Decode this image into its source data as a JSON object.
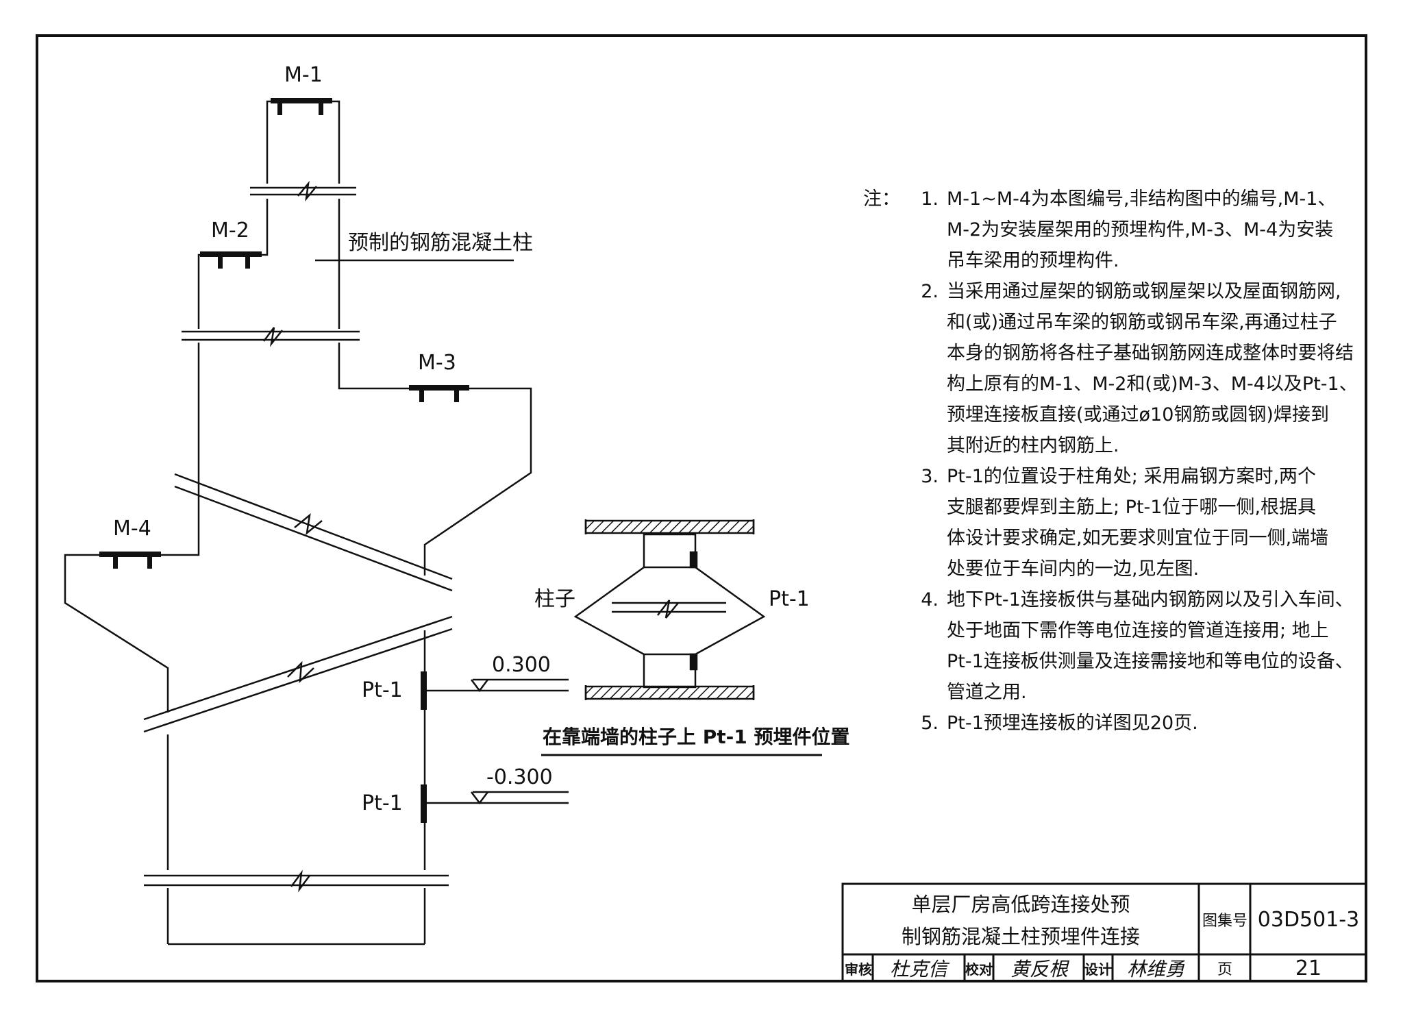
{
  "drawing": {
    "labels": {
      "m1": "M-1",
      "m2": "M-2",
      "m3": "M-3",
      "m4": "M-4",
      "column_callout": "预制的钢筋混凝土柱",
      "pt1_upper": "Pt-1",
      "pt1_lower": "Pt-1",
      "elev_upper": "0.300",
      "elev_lower": "-0.300"
    },
    "detail": {
      "column_label": "柱子",
      "plate_label": "Pt-1",
      "caption": "在靠端墙的柱子上 Pt-1 预埋件位置"
    }
  },
  "notes": {
    "prefix": "注：",
    "items": [
      {
        "num": "1.",
        "lines": [
          "M-1~M-4为本图编号,非结构图中的编号,M-1、",
          "M-2为安装屋架用的预埋构件,M-3、M-4为安装",
          "吊车梁用的预埋构件."
        ]
      },
      {
        "num": "2.",
        "lines": [
          "当采用通过屋架的钢筋或钢屋架以及屋面钢筋网,",
          "和(或)通过吊车梁的钢筋或钢吊车梁,再通过柱子",
          "本身的钢筋将各柱子基础钢筋网连成整体时要将结",
          "构上原有的M-1、M-2和(或)M-3、M-4以及Pt-1、",
          "预埋连接板直接(或通过ø10钢筋或圆钢)焊接到",
          "其附近的柱内钢筋上."
        ]
      },
      {
        "num": "3.",
        "lines": [
          "Pt-1的位置设于柱角处; 采用扁钢方案时,两个",
          "支腿都要焊到主筋上; Pt-1位于哪一侧,根据具",
          "体设计要求确定,如无要求则宜位于同一侧,端墙",
          "处要位于车间内的一边,见左图."
        ]
      },
      {
        "num": "4.",
        "lines": [
          "地下Pt-1连接板供与基础内钢筋网以及引入车间、",
          "处于地面下需作等电位连接的管道连接用; 地上",
          "Pt-1连接板供测量及连接需接地和等电位的设备、",
          "管道之用."
        ]
      },
      {
        "num": "5.",
        "lines": [
          "Pt-1预埋连接板的详图见20页."
        ]
      }
    ]
  },
  "title_block": {
    "title_line1": "单层厂房高低跨连接处预",
    "title_line2": "制钢筋混凝土柱预埋件连接",
    "atlas_label": "图集号",
    "atlas_value": "03D501-3",
    "review_label": "审核",
    "review_sign": "杜克信",
    "check_label": "校对",
    "check_sign": "黄反根",
    "design_label": "设计",
    "design_sign": "林维勇",
    "page_label": "页",
    "page_value": "21"
  }
}
